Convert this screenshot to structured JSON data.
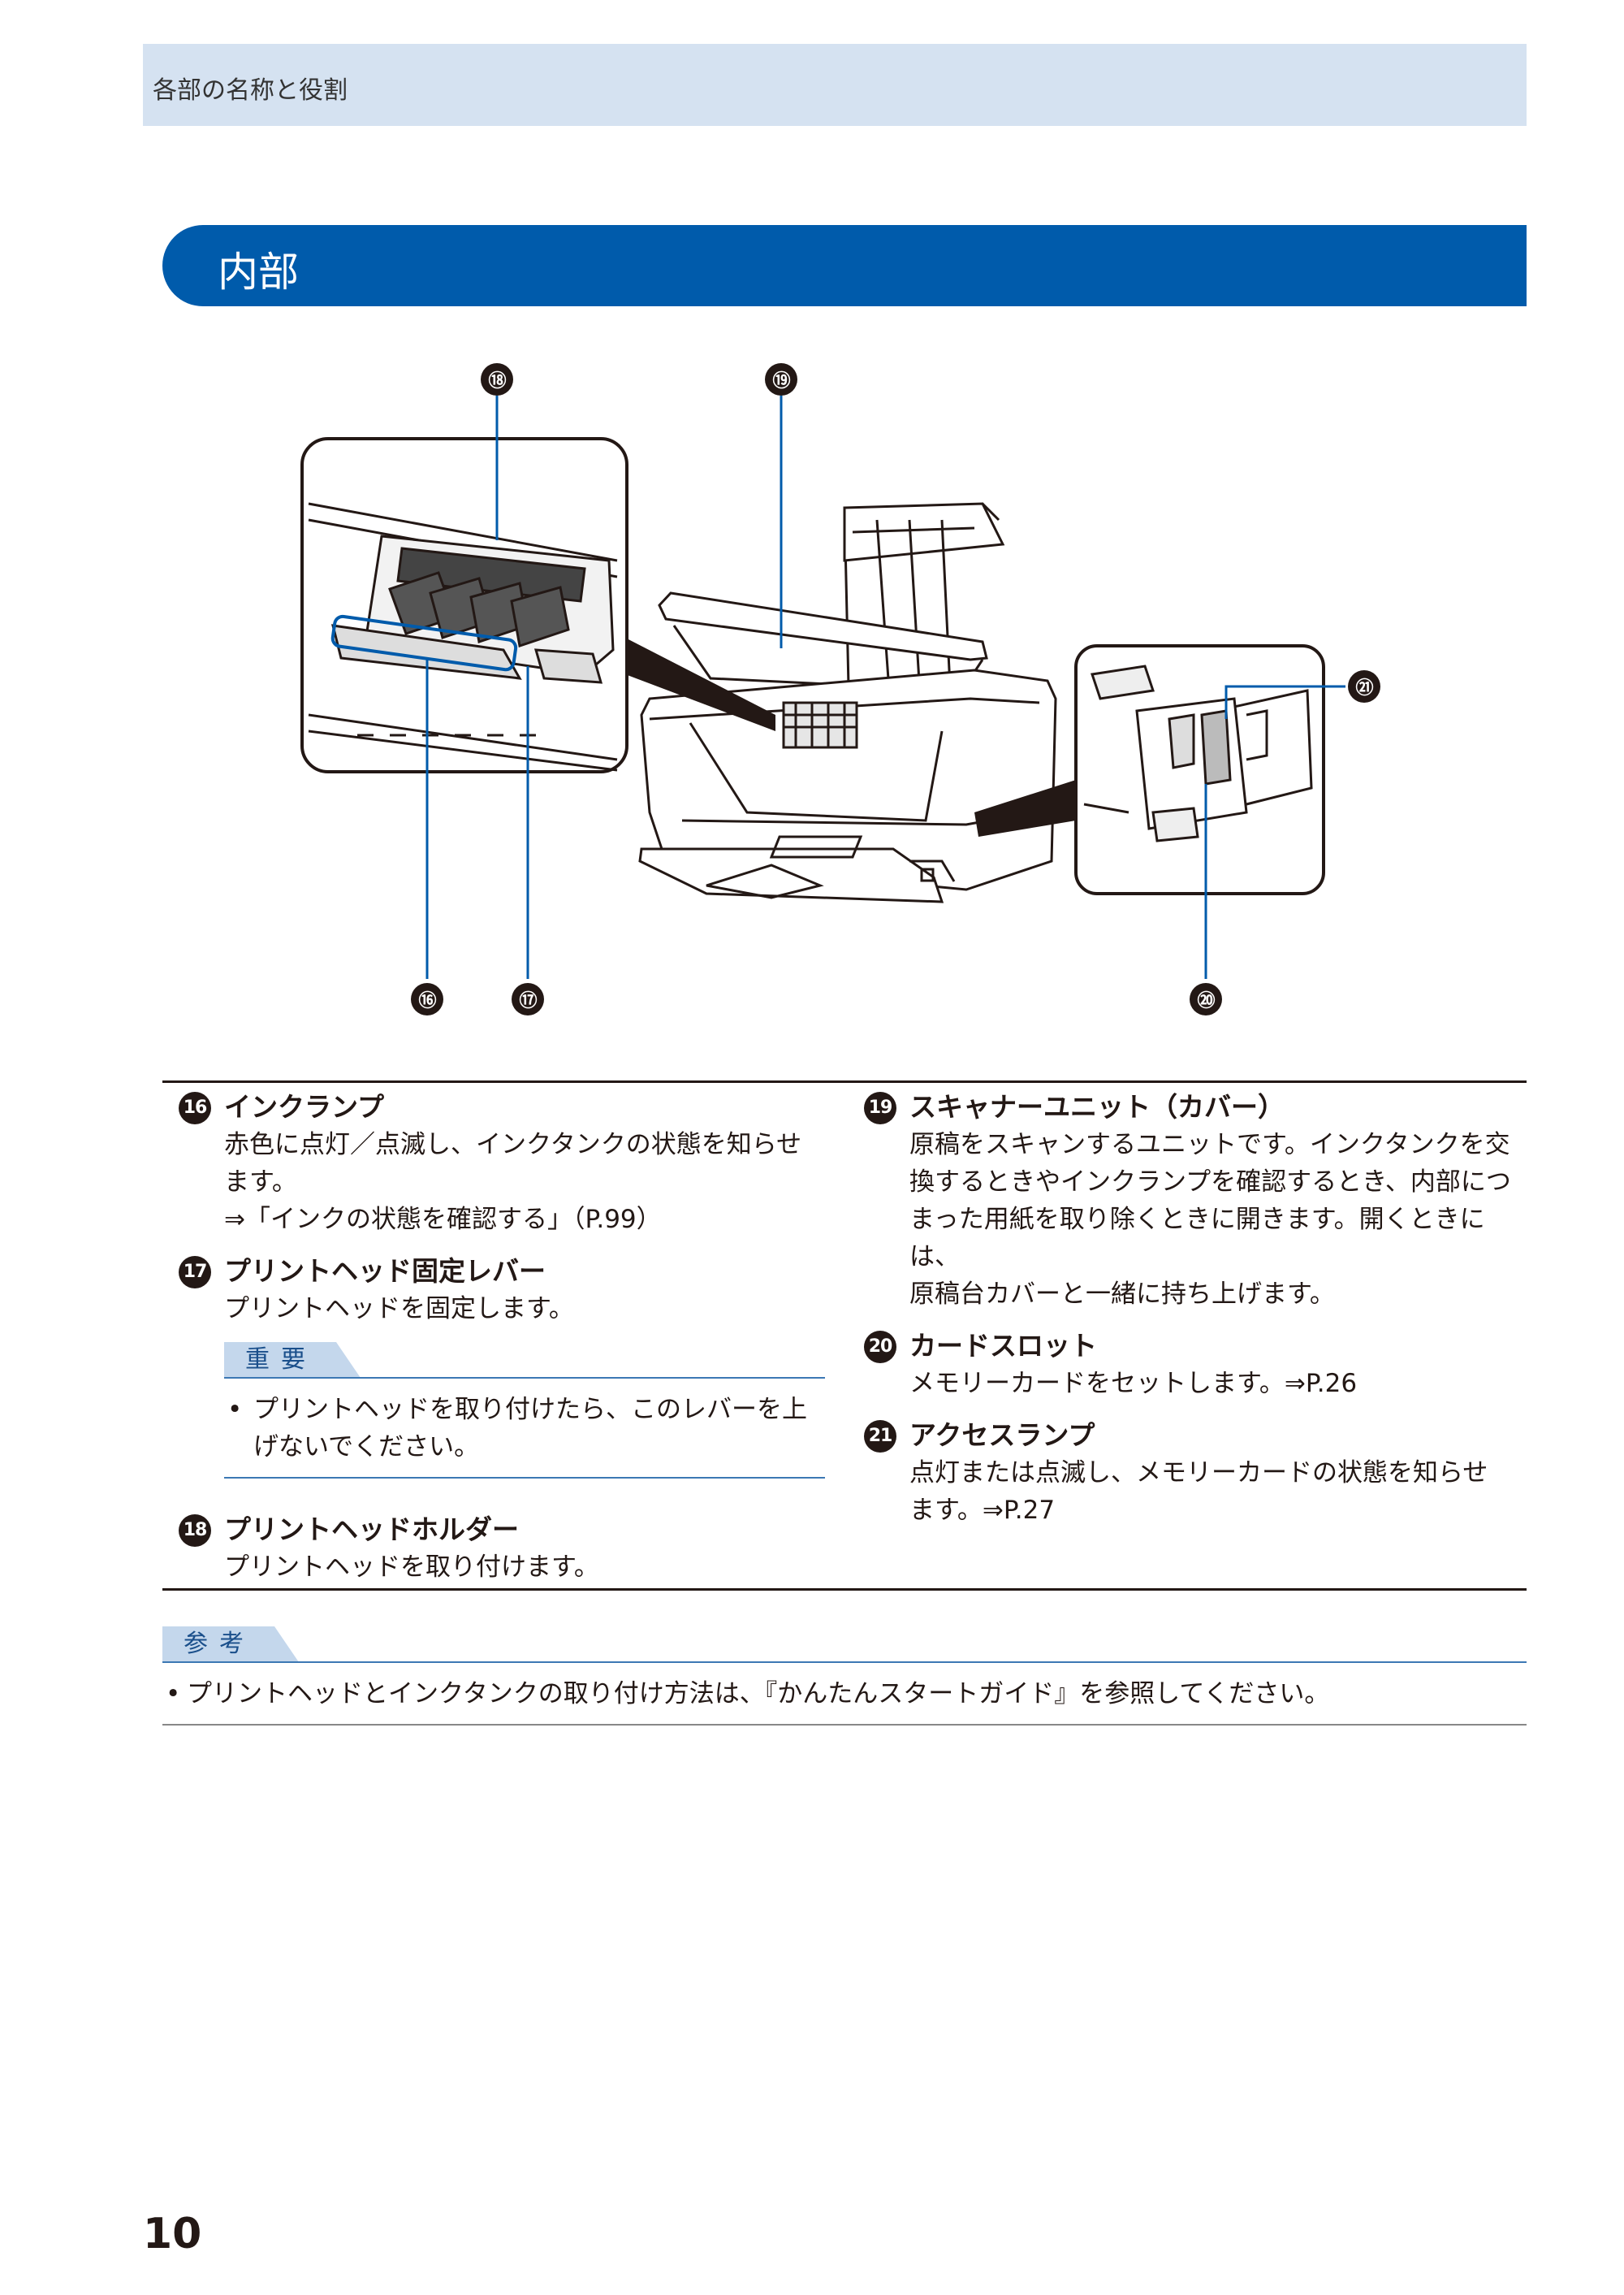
{
  "header": {
    "section_name": "各部の名称と役割"
  },
  "section": {
    "title": "内部"
  },
  "figure": {
    "callouts": [
      "⑱",
      "⑲",
      "㉑",
      "⑯",
      "⑰",
      "⑳"
    ]
  },
  "left_column": {
    "items": [
      {
        "num": "16",
        "title": "インクランプ",
        "desc": "赤色に点灯／点滅し、インクタンクの状態を知らせ\nます。\n⇒「インクの状態を確認する」（P.99）"
      },
      {
        "num": "17",
        "title": "プリントヘッド固定レバー",
        "desc": "プリントヘッドを固定します。"
      },
      {
        "num": "18",
        "title": "プリントヘッドホルダー",
        "desc": "プリントヘッドを取り付けます。"
      }
    ],
    "important": {
      "label": "重要",
      "bullet": "プリントヘッドを取り付けたら、このレバーを上\nげないでください。"
    }
  },
  "right_column": {
    "items": [
      {
        "num": "19",
        "title": "スキャナーユニット（カバー）",
        "desc": "原稿をスキャンするユニットです。インクタンクを交\n換するときやインクランプを確認するとき、内部につ\nまった用紙を取り除くときに開きます。開くときには、\n原稿台カバーと一緒に持ち上げます。"
      },
      {
        "num": "20",
        "title": "カードスロット",
        "desc": "メモリーカードをセットします。⇒P.26"
      },
      {
        "num": "21",
        "title": "アクセスランプ",
        "desc": "点灯または点滅し、メモリーカードの状態を知らせ\nます。⇒P.27"
      }
    ]
  },
  "note": {
    "label": "参考",
    "bullet": "プリントヘッドとインクタンクの取り付け方法は、『かんたんスタートガイド』を参照してください。"
  },
  "page_number": "10"
}
